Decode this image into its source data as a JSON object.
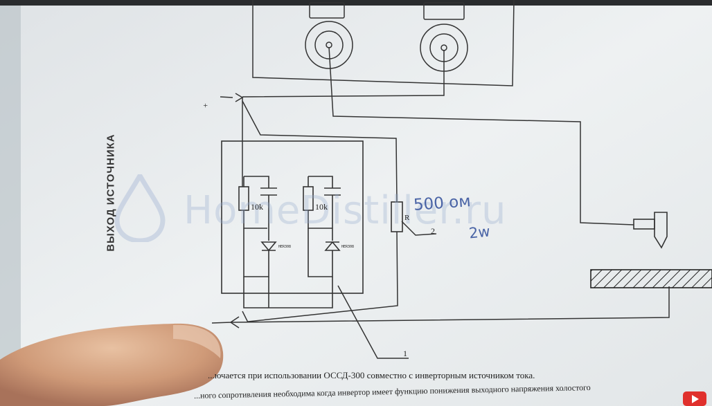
{
  "diagram": {
    "vertical_title": "ВЫХОД ИСТОЧНИКА",
    "resistor_left": "10k",
    "resistor_right": "10k",
    "diode_left": "HER308",
    "diode_right": "HER308",
    "resistor_R": "R",
    "label_1": "1",
    "label_2": "2",
    "pole_top": "+",
    "handwriting_1": "500 ом",
    "handwriting_2": "2w"
  },
  "captions": {
    "line1": "...ючается при использовании ОССД-300 совместно с инверторным источником тока.",
    "line2": "...ного сопротивления необходима когда инвертор имеет функцию понижения выходного напряжения холостого"
  },
  "watermark": "HomeDistiller.ru"
}
